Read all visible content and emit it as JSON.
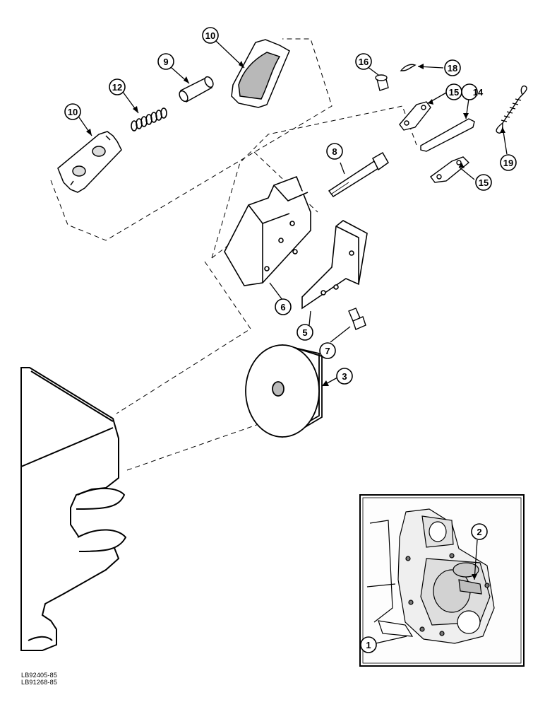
{
  "callouts": [
    {
      "id": "c10a",
      "label": "10"
    },
    {
      "id": "c12",
      "label": "12"
    },
    {
      "id": "c9",
      "label": "9"
    },
    {
      "id": "c10b",
      "label": "10"
    },
    {
      "id": "c16",
      "label": "16"
    },
    {
      "id": "c18",
      "label": "18"
    },
    {
      "id": "c15a",
      "label": "15"
    },
    {
      "id": "c14",
      "label": "14"
    },
    {
      "id": "c19",
      "label": "19"
    },
    {
      "id": "c15b",
      "label": "15"
    },
    {
      "id": "c8",
      "label": "8"
    },
    {
      "id": "c6",
      "label": "6"
    },
    {
      "id": "c5",
      "label": "5"
    },
    {
      "id": "c7",
      "label": "7"
    },
    {
      "id": "c3",
      "label": "3"
    },
    {
      "id": "c2",
      "label": "2"
    },
    {
      "id": "c1",
      "label": "1"
    }
  ],
  "references": [
    "LB92405-85",
    "LB91268-85"
  ]
}
